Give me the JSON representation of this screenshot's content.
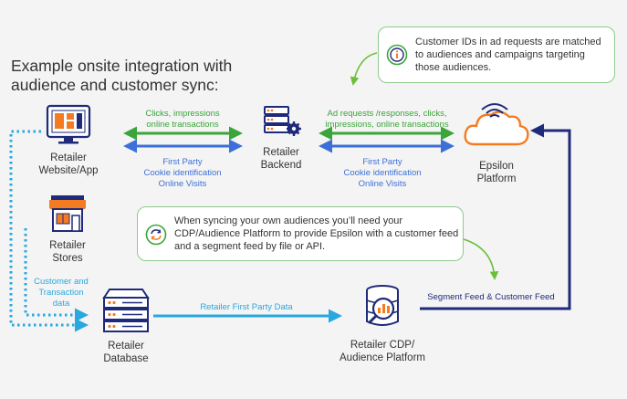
{
  "title_line1": "Example onsite integration with",
  "title_line2": "audience and customer sync:",
  "callouts": {
    "top": "Customer IDs in ad requests are matched to audiences and campaigns targeting those audiences.",
    "middle": "When syncing your own audiences you’ll need your CDP/Audience Platform to provide Epsilon with a customer feed and a segment feed by file or API."
  },
  "nodes": {
    "website": [
      "Retailer",
      "Website/App"
    ],
    "backend": [
      "Retailer",
      "Backend"
    ],
    "epsilon": [
      "Epsilon",
      "Platform"
    ],
    "stores": [
      "Retailer",
      "Stores"
    ],
    "database": [
      "Retailer",
      "Database"
    ],
    "cdp": [
      "Retailer CDP/",
      "Audience Platform"
    ]
  },
  "edges": {
    "web_backend_top": [
      "Clicks, impressions",
      "online transactions"
    ],
    "web_backend_bottom": [
      "First Party",
      "Cookie identification",
      "Online Visits"
    ],
    "backend_epsilon_top": [
      "Ad requests /responses, clicks,",
      "impressions, online transactions"
    ],
    "backend_epsilon_bottom": [
      "First Party",
      "Cookie identification",
      "Online Visits"
    ],
    "stores_database": [
      "Customer and",
      "Transaction",
      "data"
    ],
    "database_cdp": "Retailer First Party Data",
    "cdp_epsilon": "Segment Feed & Customer Feed"
  },
  "colors": {
    "green": "#3aa53a",
    "blue": "#3c6fd8",
    "light_blue": "#29a8e0",
    "navy": "#1f2a7a",
    "orange": "#f47b20"
  }
}
